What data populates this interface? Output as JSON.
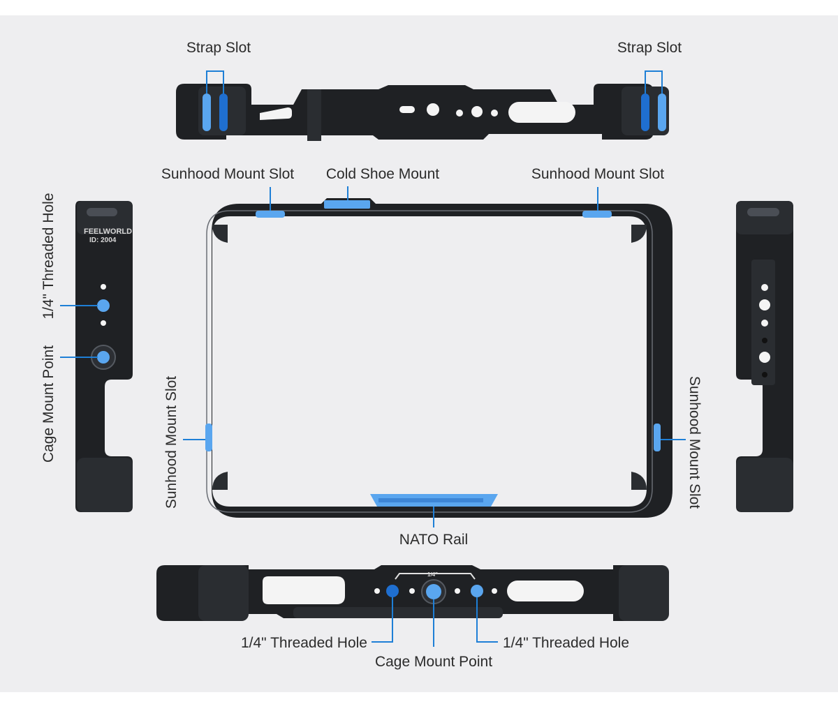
{
  "labels": {
    "strap_slot_left": "Strap Slot",
    "strap_slot_right": "Strap Slot",
    "sunhood_top_left": "Sunhood Mount Slot",
    "cold_shoe": "Cold Shoe Mount",
    "sunhood_top_right": "Sunhood Mount Slot",
    "threaded_hole_side": "1/4\" Threaded Hole",
    "cage_mount_side": "Cage Mount Point",
    "sunhood_left": "Sunhood Mount Slot",
    "sunhood_right": "Sunhood Mount Slot",
    "nato_rail": "NATO Rail",
    "threaded_hole_bottom_left": "1/4\" Threaded Hole",
    "cage_mount_bottom": "Cage Mount Point",
    "threaded_hole_bottom_right": "1/4\" Threaded Hole"
  },
  "engraving": {
    "brand": "FEELWORLD",
    "model_id": "ID: 2004",
    "thread_mark": "1/4\""
  },
  "colors": {
    "background": "#eeeef0",
    "aluminum": "#1f2124",
    "highlight_blue": "#5aa6ef",
    "leader_blue": "#1e7fd6",
    "label_text": "#2b2b2b"
  }
}
